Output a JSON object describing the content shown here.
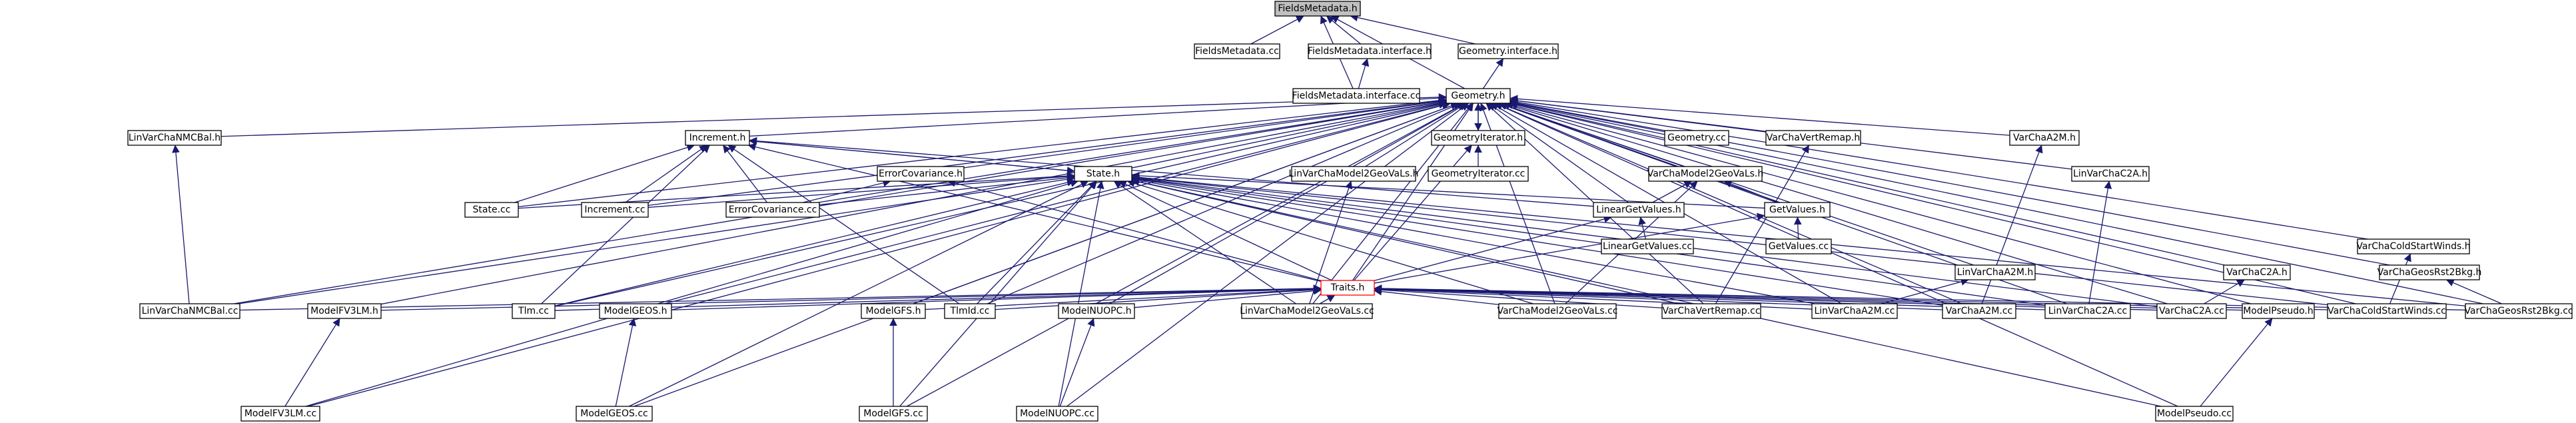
{
  "graph": {
    "root": "FieldsMetadata.h",
    "nodes": [
      {
        "id": "FieldsMetadata.h",
        "label": "FieldsMetadata.h",
        "style": "root"
      },
      {
        "id": "FieldsMetadata.cc",
        "label": "FieldsMetadata.cc"
      },
      {
        "id": "FieldsMetadata.interface.h",
        "label": "FieldsMetadata.interface.h"
      },
      {
        "id": "Geometry.interface.h",
        "label": "Geometry.interface.h"
      },
      {
        "id": "FieldsMetadata.interface.cc",
        "label": "FieldsMetadata.interface.cc"
      },
      {
        "id": "Geometry.h",
        "label": "Geometry.h"
      },
      {
        "id": "LinVarChaNMCBal.h",
        "label": "LinVarChaNMCBal.h"
      },
      {
        "id": "Increment.h",
        "label": "Increment.h"
      },
      {
        "id": "GeometryIterator.h",
        "label": "GeometryIterator.h"
      },
      {
        "id": "Geometry.cc",
        "label": "Geometry.cc"
      },
      {
        "id": "VarChaVertRemap.h",
        "label": "VarChaVertRemap.h"
      },
      {
        "id": "VarChaA2M.h",
        "label": "VarChaA2M.h"
      },
      {
        "id": "LinVarChaC2A.h",
        "label": "LinVarChaC2A.h"
      },
      {
        "id": "GeometryIterator.cc",
        "label": "GeometryIterator.cc"
      },
      {
        "id": "ErrorCovariance.h",
        "label": "ErrorCovariance.h"
      },
      {
        "id": "State.h",
        "label": "State.h"
      },
      {
        "id": "LinVarChaModel2GeoVaLs.h",
        "label": "LinVarChaModel2GeoVaLs.h"
      },
      {
        "id": "VarChaModel2GeoVaLs.h",
        "label": "VarChaModel2GeoVaLs.h"
      },
      {
        "id": "State.cc",
        "label": "State.cc"
      },
      {
        "id": "Increment.cc",
        "label": "Increment.cc"
      },
      {
        "id": "ErrorCovariance.cc",
        "label": "ErrorCovariance.cc"
      },
      {
        "id": "LinearGetValues.h",
        "label": "LinearGetValues.h"
      },
      {
        "id": "GetValues.h",
        "label": "GetValues.h"
      },
      {
        "id": "LinearGetValues.cc",
        "label": "LinearGetValues.cc"
      },
      {
        "id": "GetValues.cc",
        "label": "GetValues.cc"
      },
      {
        "id": "VarChaColdStartWinds.h",
        "label": "VarChaColdStartWinds.h"
      },
      {
        "id": "LinVarChaA2M.h",
        "label": "LinVarChaA2M.h"
      },
      {
        "id": "VarChaC2A.h",
        "label": "VarChaC2A.h"
      },
      {
        "id": "VarChaGeosRst2Bkg.h",
        "label": "VarChaGeosRst2Bkg.h"
      },
      {
        "id": "Traits.h",
        "label": "Traits.h",
        "style": "hl"
      },
      {
        "id": "LinVarChaNMCBal.cc",
        "label": "LinVarChaNMCBal.cc"
      },
      {
        "id": "ModelFV3LM.h",
        "label": "ModelFV3LM.h"
      },
      {
        "id": "Tlm.cc",
        "label": "Tlm.cc"
      },
      {
        "id": "ModelGEOS.h",
        "label": "ModelGEOS.h"
      },
      {
        "id": "ModelGFS.h",
        "label": "ModelGFS.h"
      },
      {
        "id": "TlmId.cc",
        "label": "TlmId.cc"
      },
      {
        "id": "ModelNUOPC.h",
        "label": "ModelNUOPC.h"
      },
      {
        "id": "LinVarChaModel2GeoVaLs.cc",
        "label": "LinVarChaModel2GeoVaLs.cc"
      },
      {
        "id": "VarChaModel2GeoVaLs.cc",
        "label": "VarChaModel2GeoVaLs.cc"
      },
      {
        "id": "VarChaVertRemap.cc",
        "label": "VarChaVertRemap.cc"
      },
      {
        "id": "LinVarChaA2M.cc",
        "label": "LinVarChaA2M.cc"
      },
      {
        "id": "VarChaA2M.cc",
        "label": "VarChaA2M.cc"
      },
      {
        "id": "LinVarChaC2A.cc",
        "label": "LinVarChaC2A.cc"
      },
      {
        "id": "VarChaC2A.cc",
        "label": "VarChaC2A.cc"
      },
      {
        "id": "ModelPseudo.h",
        "label": "ModelPseudo.h"
      },
      {
        "id": "VarChaColdStartWinds.cc",
        "label": "VarChaColdStartWinds.cc"
      },
      {
        "id": "VarChaGeosRst2Bkg.cc",
        "label": "VarChaGeosRst2Bkg.cc"
      },
      {
        "id": "ModelFV3LM.cc",
        "label": "ModelFV3LM.cc"
      },
      {
        "id": "ModelGEOS.cc",
        "label": "ModelGEOS.cc"
      },
      {
        "id": "ModelGFS.cc",
        "label": "ModelGFS.cc"
      },
      {
        "id": "ModelNUOPC.cc",
        "label": "ModelNUOPC.cc"
      },
      {
        "id": "ModelPseudo.cc",
        "label": "ModelPseudo.cc"
      }
    ],
    "edges": [
      [
        "FieldsMetadata.h",
        "FieldsMetadata.cc"
      ],
      [
        "FieldsMetadata.h",
        "FieldsMetadata.interface.h"
      ],
      [
        "FieldsMetadata.h",
        "FieldsMetadata.interface.cc"
      ],
      [
        "FieldsMetadata.h",
        "Geometry.interface.h"
      ],
      [
        "FieldsMetadata.h",
        "Geometry.h"
      ],
      [
        "FieldsMetadata.interface.h",
        "FieldsMetadata.interface.cc"
      ],
      [
        "Geometry.interface.h",
        "Geometry.h"
      ],
      [
        "Geometry.h",
        "LinVarChaNMCBal.h"
      ],
      [
        "Geometry.h",
        "Increment.h"
      ],
      [
        "Geometry.h",
        "GeometryIterator.h"
      ],
      [
        "Geometry.h",
        "Geometry.cc"
      ],
      [
        "Geometry.h",
        "VarChaVertRemap.h"
      ],
      [
        "Geometry.h",
        "VarChaA2M.h"
      ],
      [
        "Geometry.h",
        "LinVarChaC2A.h"
      ],
      [
        "Geometry.h",
        "ErrorCovariance.h"
      ],
      [
        "Geometry.h",
        "State.h"
      ],
      [
        "Geometry.h",
        "LinVarChaModel2GeoVaLs.h"
      ],
      [
        "Geometry.h",
        "VarChaModel2GeoVaLs.h"
      ],
      [
        "Geometry.h",
        "State.cc"
      ],
      [
        "Geometry.h",
        "Increment.cc"
      ],
      [
        "Geometry.h",
        "ErrorCovariance.cc"
      ],
      [
        "Geometry.h",
        "LinearGetValues.h"
      ],
      [
        "Geometry.h",
        "GetValues.h"
      ],
      [
        "Geometry.h",
        "VarChaColdStartWinds.h"
      ],
      [
        "Geometry.h",
        "LinVarChaA2M.h"
      ],
      [
        "Geometry.h",
        "VarChaC2A.h"
      ],
      [
        "Geometry.h",
        "VarChaGeosRst2Bkg.h"
      ],
      [
        "Geometry.h",
        "Traits.h"
      ],
      [
        "Geometry.h",
        "LinVarChaNMCBal.cc"
      ],
      [
        "Geometry.h",
        "ModelFV3LM.h"
      ],
      [
        "Geometry.h",
        "Tlm.cc"
      ],
      [
        "Geometry.h",
        "ModelGEOS.h"
      ],
      [
        "Geometry.h",
        "ModelGFS.h"
      ],
      [
        "Geometry.h",
        "TlmId.cc"
      ],
      [
        "Geometry.h",
        "ModelNUOPC.h"
      ],
      [
        "Geometry.h",
        "LinVarChaModel2GeoVaLs.cc"
      ],
      [
        "Geometry.h",
        "VarChaModel2GeoVaLs.cc"
      ],
      [
        "Geometry.h",
        "VarChaVertRemap.cc"
      ],
      [
        "Geometry.h",
        "LinVarChaA2M.cc"
      ],
      [
        "Geometry.h",
        "VarChaA2M.cc"
      ],
      [
        "Geometry.h",
        "LinVarChaC2A.cc"
      ],
      [
        "Geometry.h",
        "VarChaC2A.cc"
      ],
      [
        "Geometry.h",
        "ModelPseudo.h"
      ],
      [
        "Geometry.h",
        "VarChaColdStartWinds.cc"
      ],
      [
        "Geometry.h",
        "VarChaGeosRst2Bkg.cc"
      ],
      [
        "Geometry.h",
        "ModelFV3LM.cc"
      ],
      [
        "Geometry.h",
        "ModelGEOS.cc"
      ],
      [
        "Geometry.h",
        "ModelGFS.cc"
      ],
      [
        "Geometry.h",
        "ModelNUOPC.cc"
      ],
      [
        "Geometry.h",
        "ModelPseudo.cc"
      ],
      [
        "LinVarChaNMCBal.h",
        "LinVarChaNMCBal.cc"
      ],
      [
        "Increment.h",
        "State.h"
      ],
      [
        "Increment.h",
        "State.cc"
      ],
      [
        "Increment.h",
        "Increment.cc"
      ],
      [
        "Increment.h",
        "ErrorCovariance.cc"
      ],
      [
        "Increment.h",
        "LinearGetValues.h"
      ],
      [
        "Increment.h",
        "Traits.h"
      ],
      [
        "Increment.h",
        "Tlm.cc"
      ],
      [
        "Increment.h",
        "TlmId.cc"
      ],
      [
        "GeometryIterator.h",
        "Geometry.h"
      ],
      [
        "GeometryIterator.h",
        "GeometryIterator.cc"
      ],
      [
        "GeometryIterator.h",
        "Traits.h"
      ],
      [
        "VarChaVertRemap.h",
        "VarChaVertRemap.cc"
      ],
      [
        "VarChaA2M.h",
        "VarChaA2M.cc"
      ],
      [
        "LinVarChaC2A.h",
        "LinVarChaC2A.cc"
      ],
      [
        "ErrorCovariance.h",
        "ErrorCovariance.cc"
      ],
      [
        "ErrorCovariance.h",
        "Traits.h"
      ],
      [
        "State.h",
        "Increment.h"
      ],
      [
        "State.h",
        "State.cc"
      ],
      [
        "State.h",
        "Increment.cc"
      ],
      [
        "State.h",
        "ErrorCovariance.cc"
      ],
      [
        "State.h",
        "GetValues.h"
      ],
      [
        "State.h",
        "Traits.h"
      ],
      [
        "State.h",
        "LinVarChaNMCBal.cc"
      ],
      [
        "State.h",
        "Tlm.cc"
      ],
      [
        "State.h",
        "TlmId.cc"
      ],
      [
        "State.h",
        "LinVarChaModel2GeoVaLs.cc"
      ],
      [
        "State.h",
        "VarChaModel2GeoVaLs.cc"
      ],
      [
        "State.h",
        "VarChaVertRemap.cc"
      ],
      [
        "State.h",
        "LinVarChaA2M.cc"
      ],
      [
        "State.h",
        "VarChaA2M.cc"
      ],
      [
        "State.h",
        "LinVarChaC2A.cc"
      ],
      [
        "State.h",
        "VarChaC2A.cc"
      ],
      [
        "State.h",
        "VarChaColdStartWinds.cc"
      ],
      [
        "State.h",
        "VarChaGeosRst2Bkg.cc"
      ],
      [
        "State.h",
        "ModelFV3LM.cc"
      ],
      [
        "State.h",
        "ModelGEOS.cc"
      ],
      [
        "State.h",
        "ModelGFS.cc"
      ],
      [
        "State.h",
        "ModelNUOPC.cc"
      ],
      [
        "State.h",
        "ModelPseudo.cc"
      ],
      [
        "LinVarChaModel2GeoVaLs.h",
        "LinVarChaModel2GeoVaLs.cc"
      ],
      [
        "VarChaModel2GeoVaLs.h",
        "LinearGetValues.h"
      ],
      [
        "VarChaModel2GeoVaLs.h",
        "GetValues.h"
      ],
      [
        "VarChaModel2GeoVaLs.h",
        "VarChaModel2GeoVaLs.cc"
      ],
      [
        "LinearGetValues.h",
        "LinearGetValues.cc"
      ],
      [
        "LinearGetValues.h",
        "Traits.h"
      ],
      [
        "GetValues.h",
        "GetValues.cc"
      ],
      [
        "GetValues.h",
        "Traits.h"
      ],
      [
        "VarChaColdStartWinds.h",
        "VarChaColdStartWinds.cc"
      ],
      [
        "LinVarChaA2M.h",
        "LinVarChaA2M.cc"
      ],
      [
        "VarChaC2A.h",
        "VarChaC2A.cc"
      ],
      [
        "VarChaGeosRst2Bkg.h",
        "VarChaGeosRst2Bkg.cc"
      ],
      [
        "Traits.h",
        "LinVarChaNMCBal.cc"
      ],
      [
        "Traits.h",
        "ModelFV3LM.h"
      ],
      [
        "Traits.h",
        "Tlm.cc"
      ],
      [
        "Traits.h",
        "ModelGEOS.h"
      ],
      [
        "Traits.h",
        "ModelGFS.h"
      ],
      [
        "Traits.h",
        "TlmId.cc"
      ],
      [
        "Traits.h",
        "ModelNUOPC.h"
      ],
      [
        "Traits.h",
        "LinVarChaModel2GeoVaLs.cc"
      ],
      [
        "Traits.h",
        "VarChaModel2GeoVaLs.cc"
      ],
      [
        "Traits.h",
        "VarChaVertRemap.cc"
      ],
      [
        "Traits.h",
        "LinVarChaA2M.cc"
      ],
      [
        "Traits.h",
        "VarChaA2M.cc"
      ],
      [
        "Traits.h",
        "LinVarChaC2A.cc"
      ],
      [
        "Traits.h",
        "VarChaC2A.cc"
      ],
      [
        "Traits.h",
        "ModelPseudo.h"
      ],
      [
        "Traits.h",
        "VarChaColdStartWinds.cc"
      ],
      [
        "Traits.h",
        "VarChaGeosRst2Bkg.cc"
      ],
      [
        "ModelFV3LM.h",
        "ModelFV3LM.cc"
      ],
      [
        "ModelGEOS.h",
        "ModelGEOS.cc"
      ],
      [
        "ModelGFS.h",
        "ModelGFS.cc"
      ],
      [
        "ModelNUOPC.h",
        "ModelNUOPC.cc"
      ],
      [
        "ModelPseudo.h",
        "ModelPseudo.cc"
      ]
    ]
  },
  "colors": {
    "edge": "#191970",
    "node_border": "#000000",
    "root_fill": "#bfbfbf",
    "highlight_border": "#ff0000"
  }
}
